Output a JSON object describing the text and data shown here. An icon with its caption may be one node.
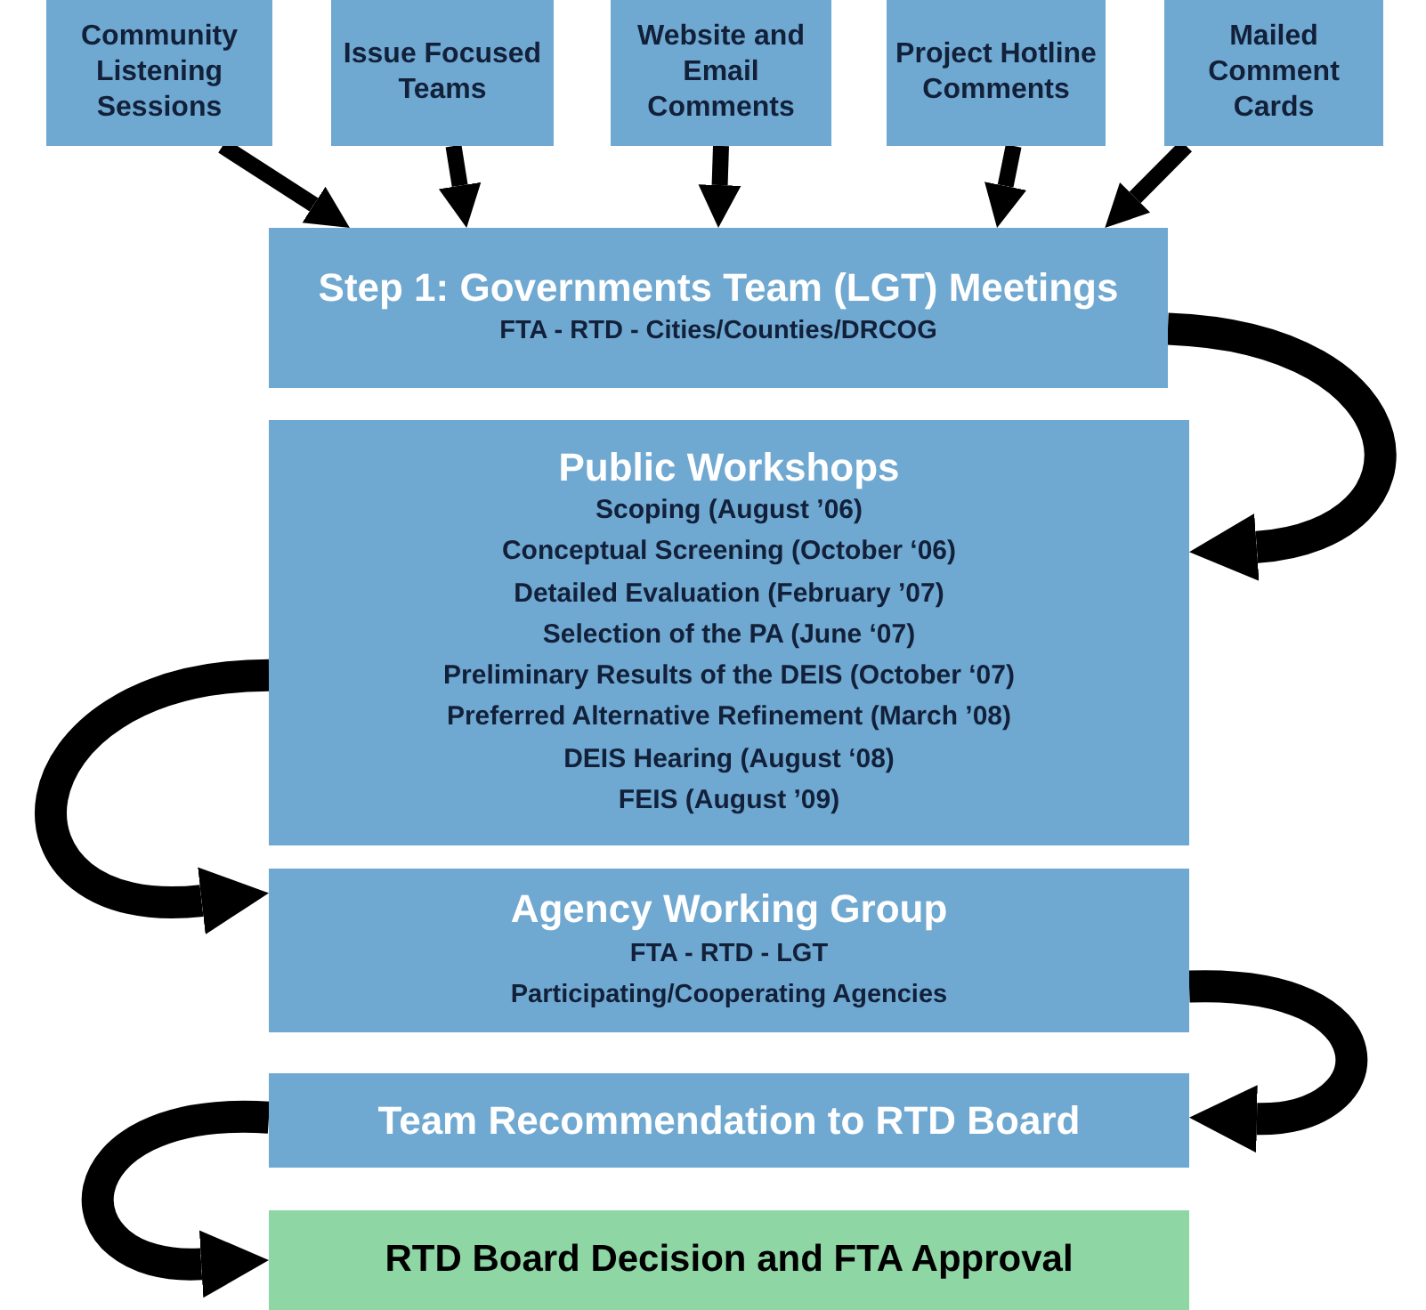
{
  "diagram": {
    "nodes": [
      {
        "text": [
          "Community Listening Sessions"
        ]
      },
      {
        "text": [
          "Issue Focused Teams"
        ]
      },
      {
        "text": [
          "Website and Email Comments"
        ]
      },
      {
        "text": [
          "Project Hotline Comments"
        ]
      },
      {
        "text": [
          "Mailed Comment Cards"
        ]
      },
      {
        "text": [
          "Step 1: Governments Team (LGT) Meetings",
          "FTA - RTD - Cities/Counties/DRCOG"
        ]
      },
      {
        "text": [
          "Public Workshops",
          "Scoping (August ’06)",
          "Conceptual Screening (October ‘06)",
          "Detailed Evaluation (February ’07)",
          "Selection of the PA (June ‘07)",
          "Preliminary Results of the DEIS (October ‘07)",
          "Preferred Alternative Refinement (March ’08)",
          "DEIS Hearing (August ‘08)",
          "FEIS (August ’09)"
        ]
      },
      {
        "text": [
          "Agency Working Group",
          "FTA - RTD - LGT",
          "Participating/Cooperating Agencies"
        ]
      },
      {
        "text": [
          "Team Recommendation to RTD Board"
        ]
      },
      {
        "text": [
          "RTD Board Decision and FTA Approval"
        ]
      }
    ],
    "edges": [
      {
        "from": 0,
        "to": 5,
        "arrow": "to"
      },
      {
        "from": 1,
        "to": 5,
        "arrow": "to"
      },
      {
        "from": 2,
        "to": 5,
        "arrow": "to"
      },
      {
        "from": 3,
        "to": 5,
        "arrow": "to"
      },
      {
        "from": 4,
        "to": 5,
        "arrow": "to"
      },
      {
        "from": 5,
        "to": 6,
        "arrow": "to",
        "style": "thick"
      },
      {
        "from": 6,
        "to": 7,
        "arrow": "to",
        "style": "thick"
      },
      {
        "from": 7,
        "to": 8,
        "arrow": "to",
        "style": "thick"
      },
      {
        "from": 8,
        "to": 9,
        "arrow": "to",
        "style": "thick"
      }
    ]
  }
}
